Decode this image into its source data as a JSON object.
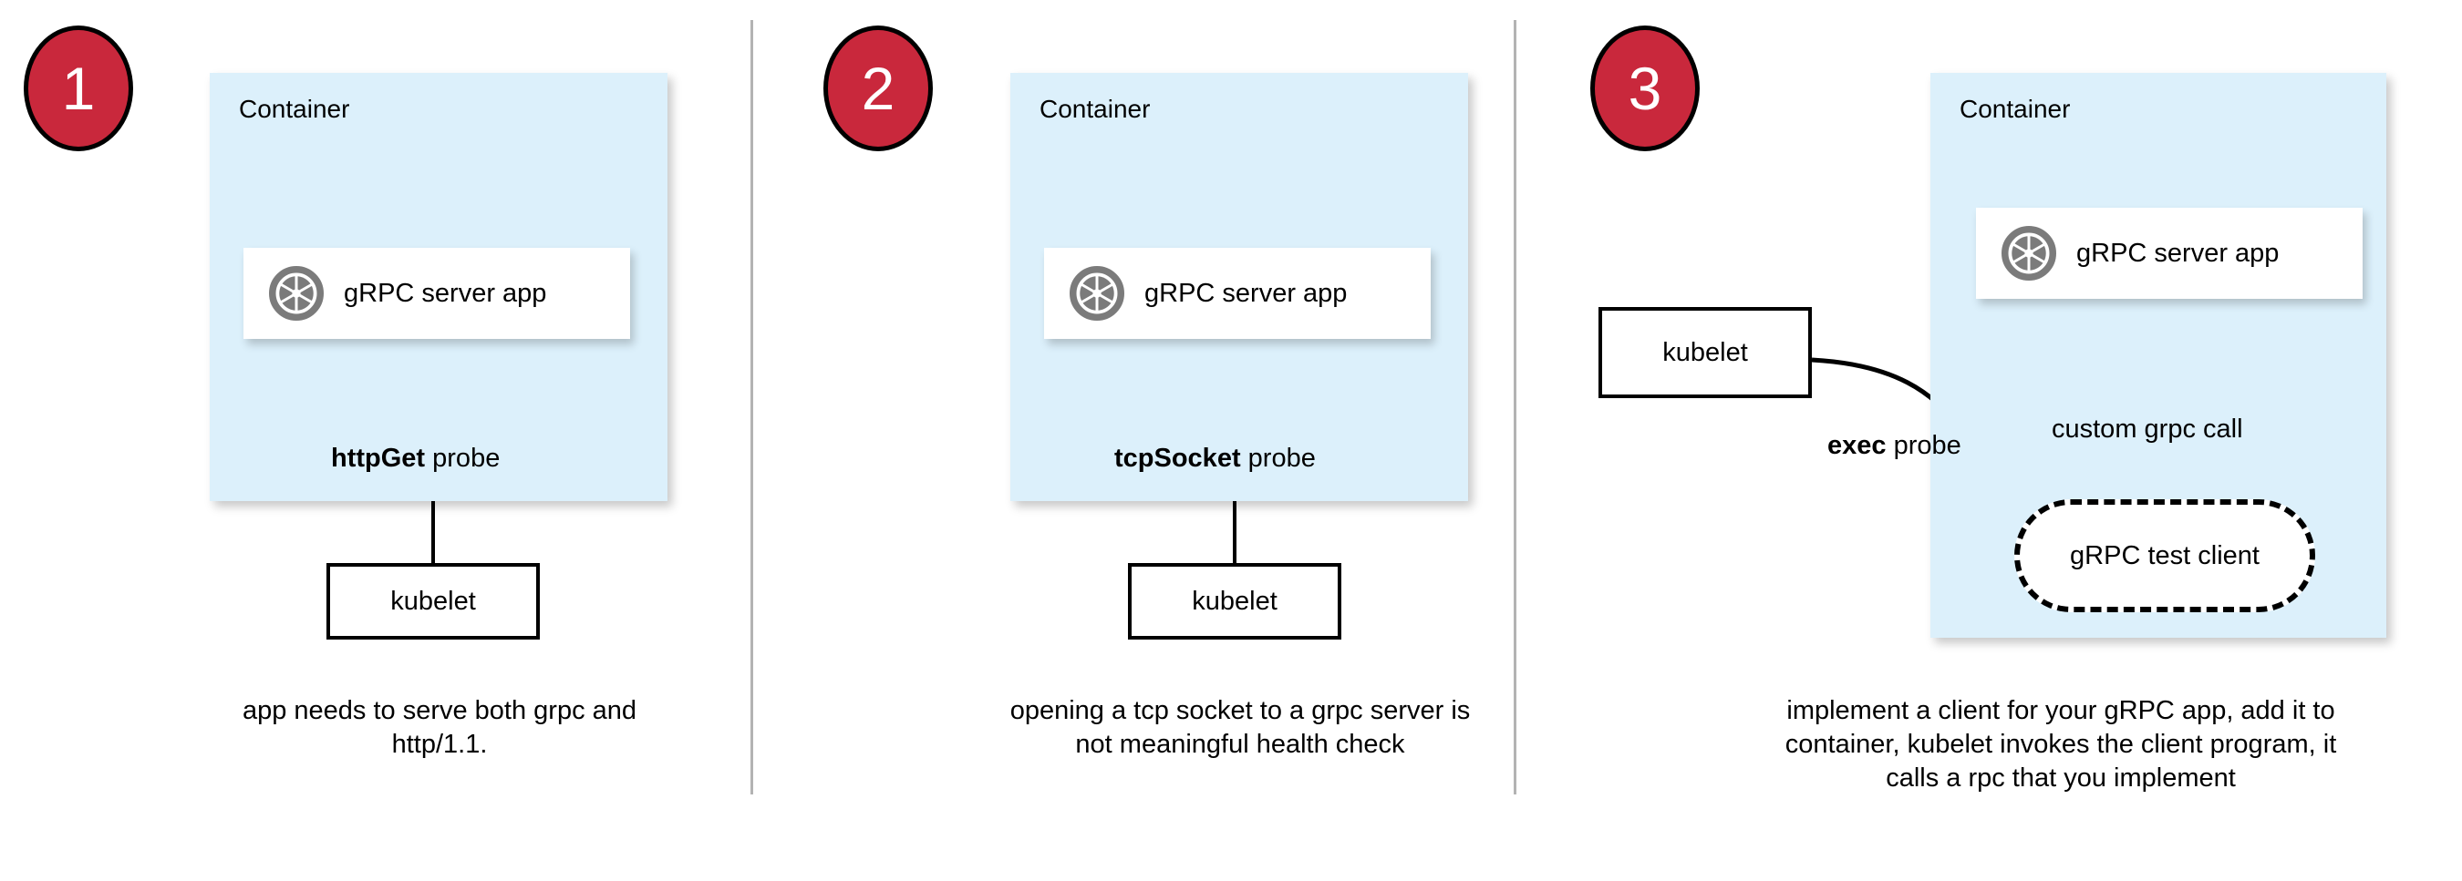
{
  "diagram": {
    "title": "Kubernetes gRPC health probe approaches",
    "colors": {
      "badge_red": "#c9283c",
      "container_blue": "#dcf0fb",
      "divider_gray": "#b3b3b3",
      "icon_gray": "#7b7b7b",
      "stroke_black": "#000000",
      "card_white": "#ffffff"
    }
  },
  "panels": [
    {
      "badge": "1",
      "container_label": "Container",
      "app_label": "gRPC server app",
      "app_icon": "grpc-aperture-icon",
      "edge_label_bold": "httpGet",
      "edge_label_rest": " probe",
      "kubelet_label": "kubelet",
      "caption": "app needs to serve both grpc and http/1.1."
    },
    {
      "badge": "2",
      "container_label": "Container",
      "app_label": "gRPC server app",
      "app_icon": "grpc-aperture-icon",
      "edge_label_bold": "tcpSocket",
      "edge_label_rest": " probe",
      "kubelet_label": "kubelet",
      "caption": "opening a tcp socket to a grpc server is not meaningful health check"
    },
    {
      "badge": "3",
      "container_label": "Container",
      "app_label": "gRPC server app",
      "app_icon": "grpc-aperture-icon",
      "edge_label_bold": "exec",
      "edge_label_rest": " probe",
      "edge_label_call": "custom grpc call",
      "test_client_label": "gRPC test client",
      "kubelet_label": "kubelet",
      "caption": "implement a client for your gRPC app, add it to container, kubelet invokes the client program, it calls a rpc that you implement"
    }
  ]
}
